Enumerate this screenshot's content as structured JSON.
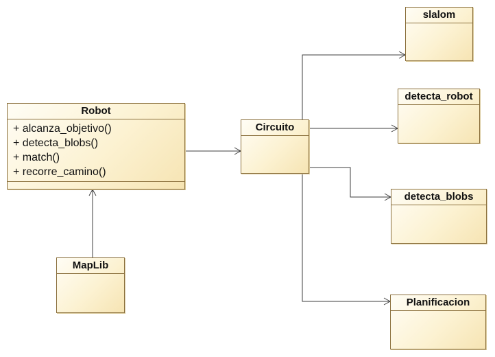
{
  "classes": {
    "robot": {
      "name": "Robot",
      "operations": [
        "+ alcanza_objetivo()",
        "+ detecta_blobs()",
        "+ match()",
        "+ recorre_camino()"
      ]
    },
    "circuito": {
      "name": "Circuito"
    },
    "maplib": {
      "name": "MapLib"
    },
    "slalom": {
      "name": "slalom"
    },
    "detecta_robot": {
      "name": "detecta_robot"
    },
    "detecta_blobs": {
      "name": "detecta_blobs"
    },
    "planificacion": {
      "name": "Planificacion"
    }
  },
  "colors": {
    "line": "#3d3d3d",
    "border": "#8a6f3c",
    "fill_light": "#fffdf5",
    "fill_dark": "#f6e4b3"
  }
}
